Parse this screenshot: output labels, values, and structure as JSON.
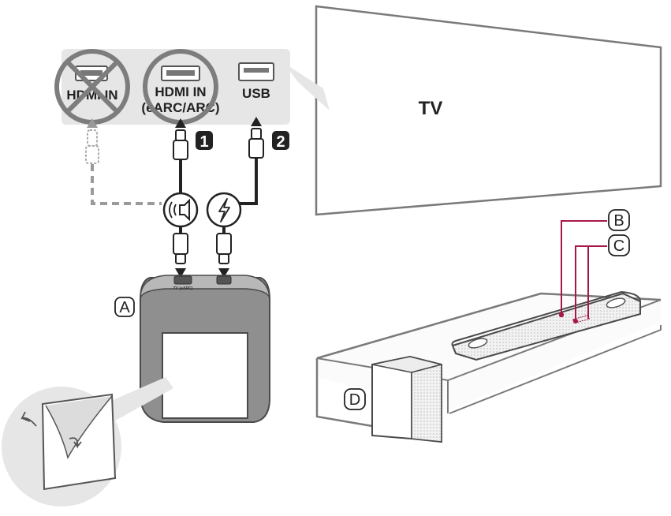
{
  "tv": {
    "label": "TV"
  },
  "ports": {
    "hdmi_in": "HDMI IN",
    "hdmi_earc_line1": "HDMI IN",
    "hdmi_earc_line2": "(eARC/ARC)",
    "usb": "USB",
    "device_port": "TV (eARC)"
  },
  "steps": {
    "step1": "1",
    "step2": "2"
  },
  "callouts": {
    "a": "A",
    "b": "B",
    "c": "C",
    "d": "D"
  },
  "colors": {
    "panel": "#e6e6e6",
    "cable": "#222222",
    "dashed": "#9a9a9a",
    "callout_line": "#a8174a",
    "outline": "#7a7a7a"
  }
}
